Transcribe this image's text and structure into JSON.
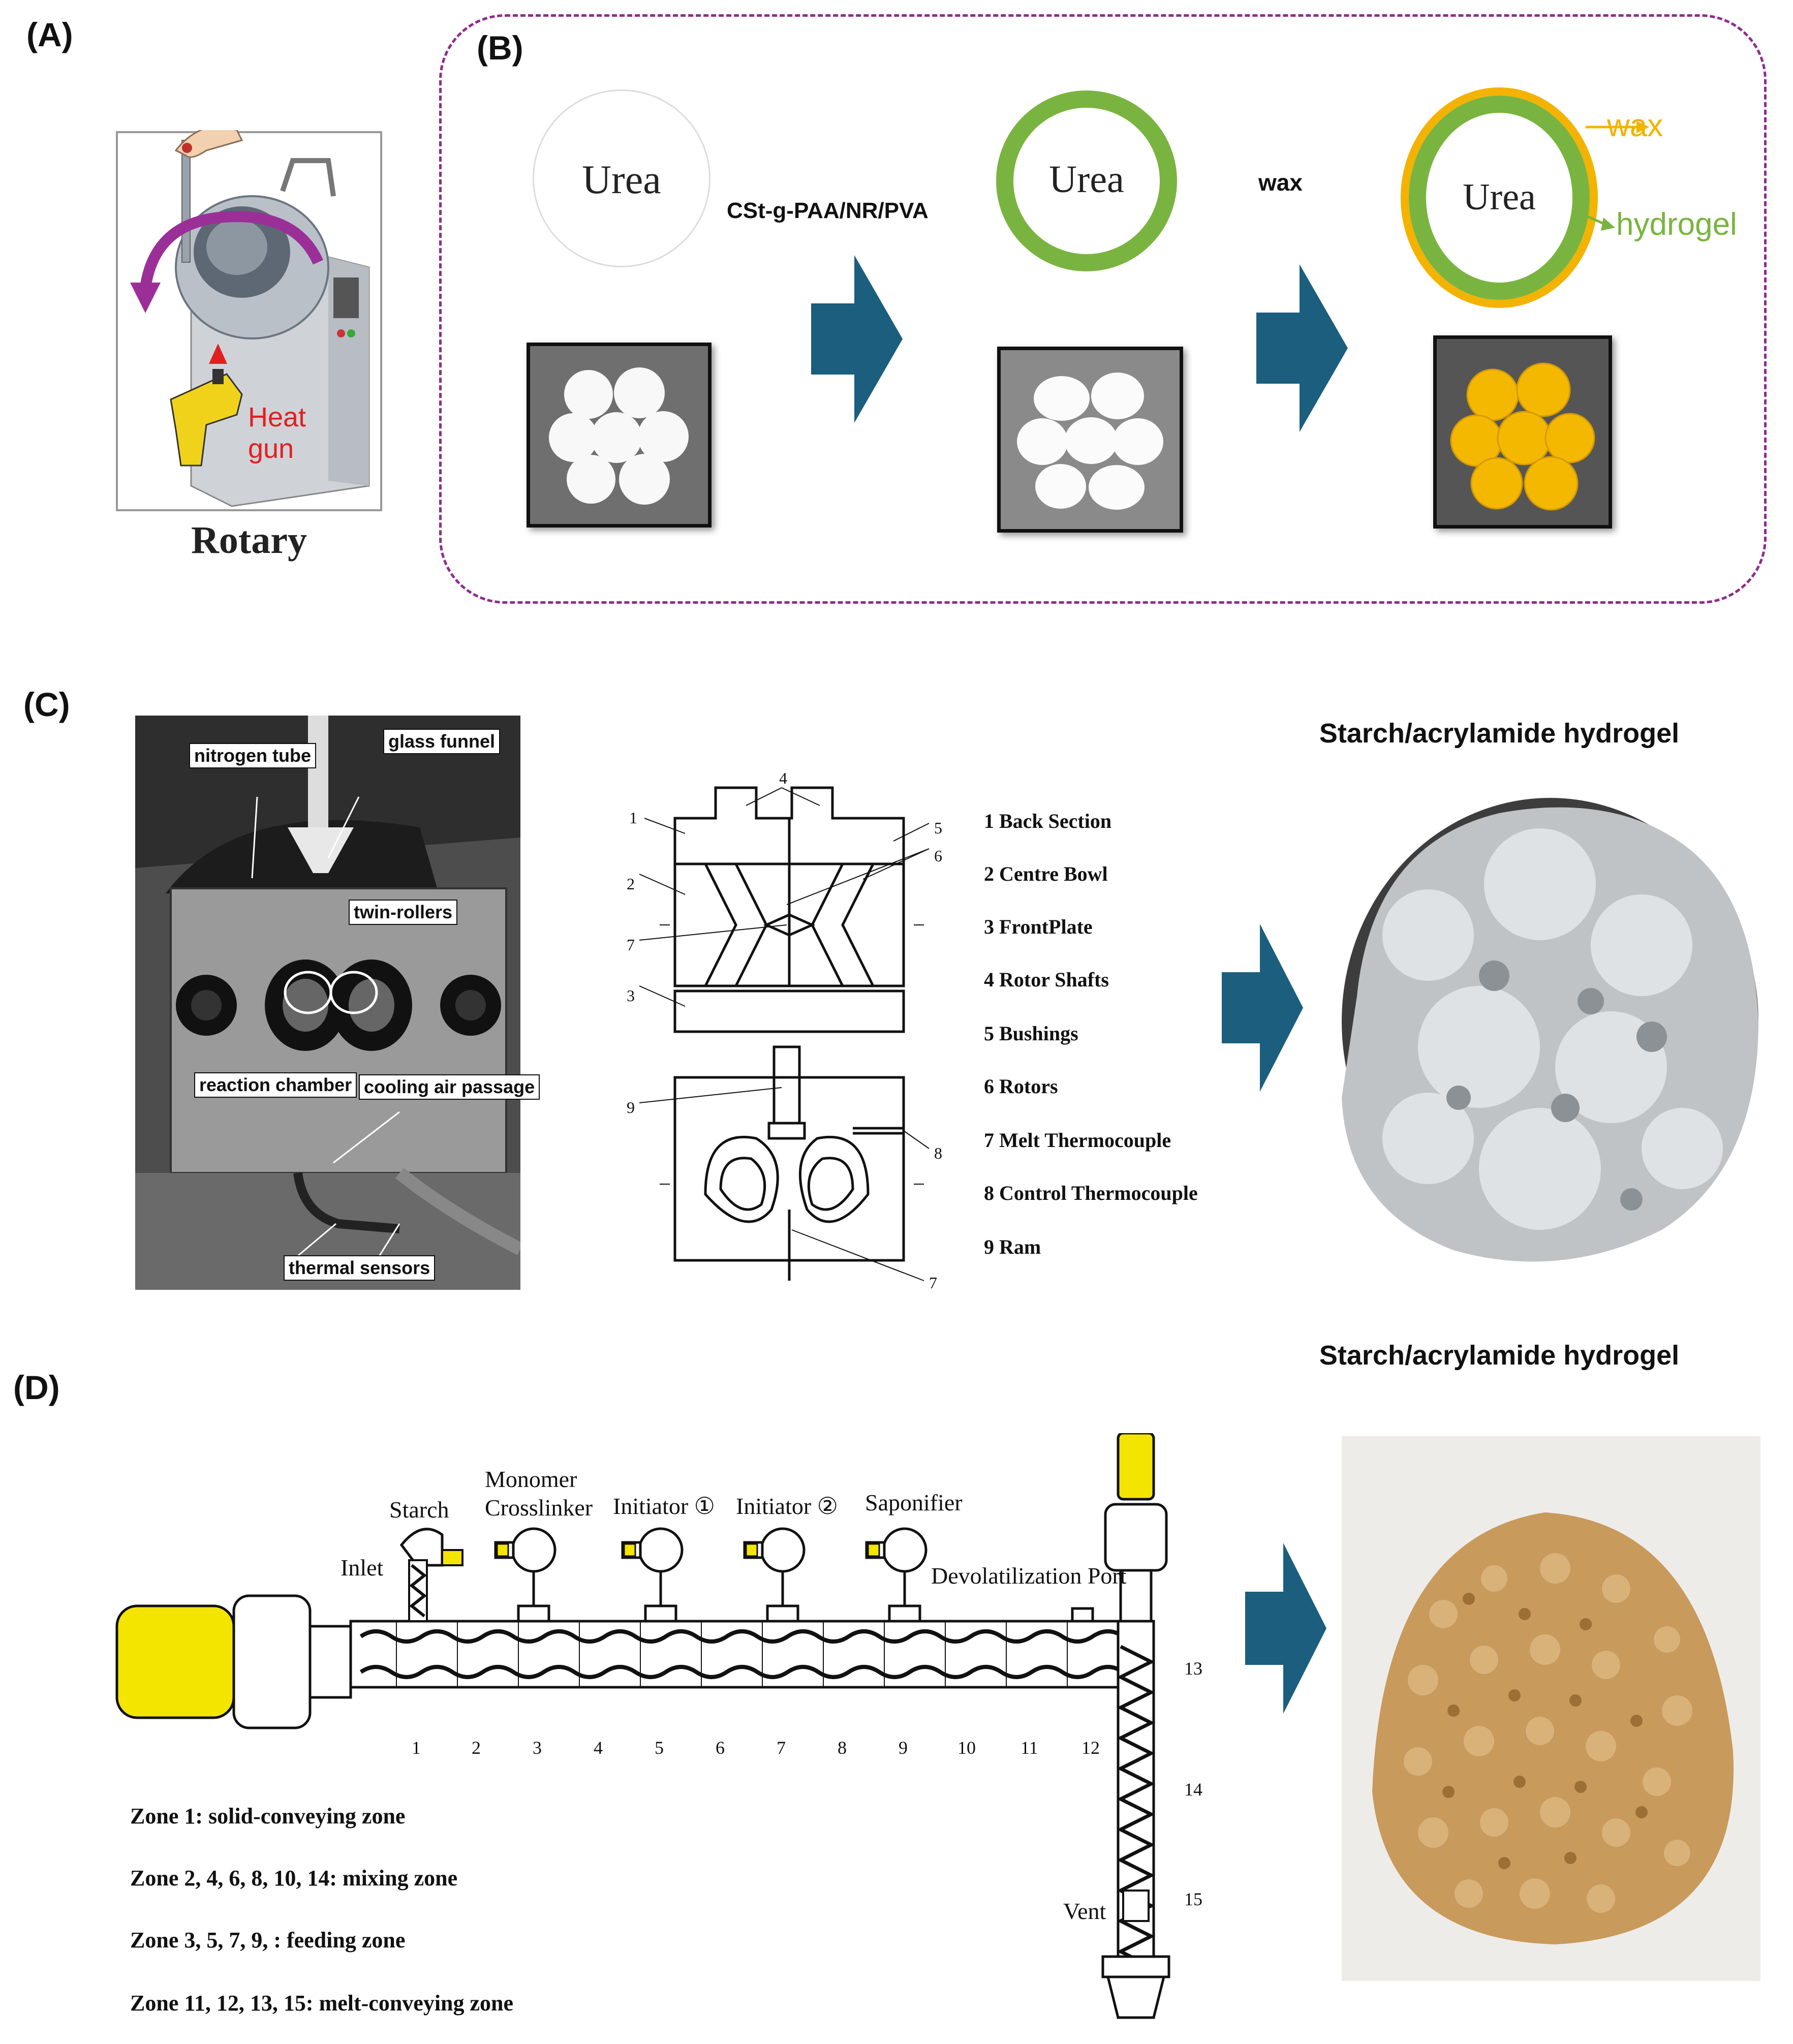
{
  "panelA": {
    "label": "(A)",
    "heat_gun": "Heat gun",
    "caption": "Rotary"
  },
  "panelB": {
    "label": "(B)",
    "core1": "Urea",
    "core2": "Urea",
    "core3": "Urea",
    "step1": "CSt-g-PAA/NR/PVA",
    "step2": "wax",
    "wax_label": "wax",
    "hydrogel_label": "hydrogel",
    "colors": {
      "wax": "#f3b300",
      "hydrogel": "#7ab440",
      "arrow": "#1b5e7e",
      "border": "#8e2c8e"
    }
  },
  "panelC": {
    "label": "(C)",
    "photo_labels": {
      "nitrogen_tube": "nitrogen tube",
      "glass_funnel": "glass funnel",
      "twin_rollers": "twin-rollers",
      "reaction_chamber": "reaction chamber",
      "cooling_air": "cooling air passage",
      "thermal_sensors": "thermal sensors"
    },
    "legend": [
      "1  Back Section",
      "2  Centre Bowl",
      "3  FrontPlate",
      "4  Rotor Shafts",
      "5  Bushings",
      "6  Rotors",
      "7  Melt Thermocouple",
      "8  Control Thermocouple",
      "9  Ram"
    ],
    "product_title": "Starch/acrylamide hydrogel"
  },
  "panelD": {
    "label": "(D)",
    "product_title": "Starch/acrylamide hydrogel",
    "labels": {
      "starch": "Starch",
      "inlet": "Inlet",
      "monomer": "Monomer",
      "crosslinker": "Crosslinker",
      "initiator1": "Initiator ①",
      "initiator2": "Initiator ②",
      "saponifier": "Saponifier",
      "devol": "Devolatilization Port",
      "vent": "Vent"
    },
    "zone_numbers": [
      "1",
      "2",
      "3",
      "4",
      "5",
      "6",
      "7",
      "8",
      "9",
      "10",
      "11",
      "12"
    ],
    "vertical_numbers": [
      "13",
      "14",
      "15"
    ],
    "zones": [
      "Zone 1: solid-conveying zone",
      "Zone 2, 4, 6, 8, 10, 14: mixing zone",
      "Zone 3, 5, 7, 9, : feeding zone",
      "Zone 11, 12, 13, 15: melt-conveying zone"
    ]
  }
}
